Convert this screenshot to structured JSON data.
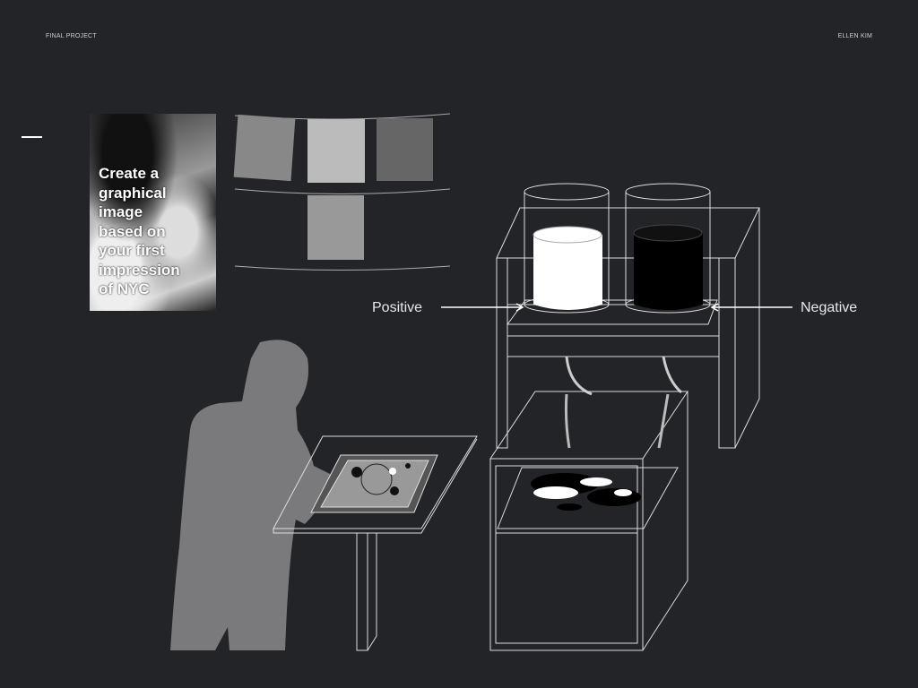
{
  "header": {
    "left": "FINAL PROJECT",
    "right": "ELLEN KIM"
  },
  "poster": {
    "text": "Create a\ngraphical\nimage\nbased on\nyour first\nimpression\nof NYC"
  },
  "labels": {
    "positive": "Positive",
    "negative": "Negative"
  },
  "colors": {
    "background": "#222428",
    "figure": "#7a7a7c",
    "line": "#e0e0e0"
  }
}
